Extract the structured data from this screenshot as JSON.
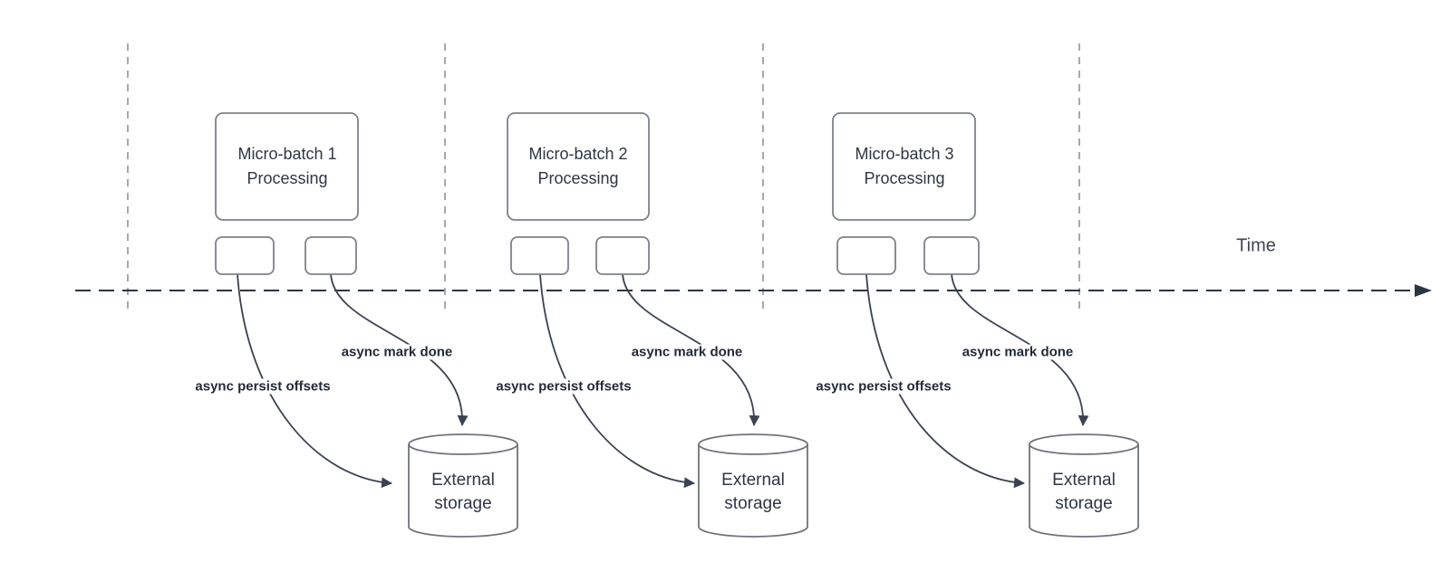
{
  "diagram": {
    "time_axis": {
      "label": "Time"
    },
    "batches": [
      {
        "id": 1,
        "processing_label": "Micro-batch 1\nProcessing",
        "persist_arrow_label": "async persist offsets",
        "mark_arrow_label": "async mark done",
        "storage_label": "External\nstorage"
      },
      {
        "id": 2,
        "processing_label": "Micro-batch 2\nProcessing",
        "persist_arrow_label": "async persist offsets",
        "mark_arrow_label": "async mark done",
        "storage_label": "External\nstorage"
      },
      {
        "id": 3,
        "processing_label": "Micro-batch 3\nProcessing",
        "persist_arrow_label": "async persist offsets",
        "mark_arrow_label": "async mark done",
        "storage_label": "External\nstorage"
      }
    ],
    "colors": {
      "background": "#ffffff",
      "axis_line": "#2b3642",
      "gridline": "#a6a8ad",
      "shape_border": "#7d828a",
      "cylinder_border": "#6f747c",
      "arrow": "#3b4350",
      "node_text": "#2f3744",
      "edge_label_text": "#232b38"
    }
  }
}
